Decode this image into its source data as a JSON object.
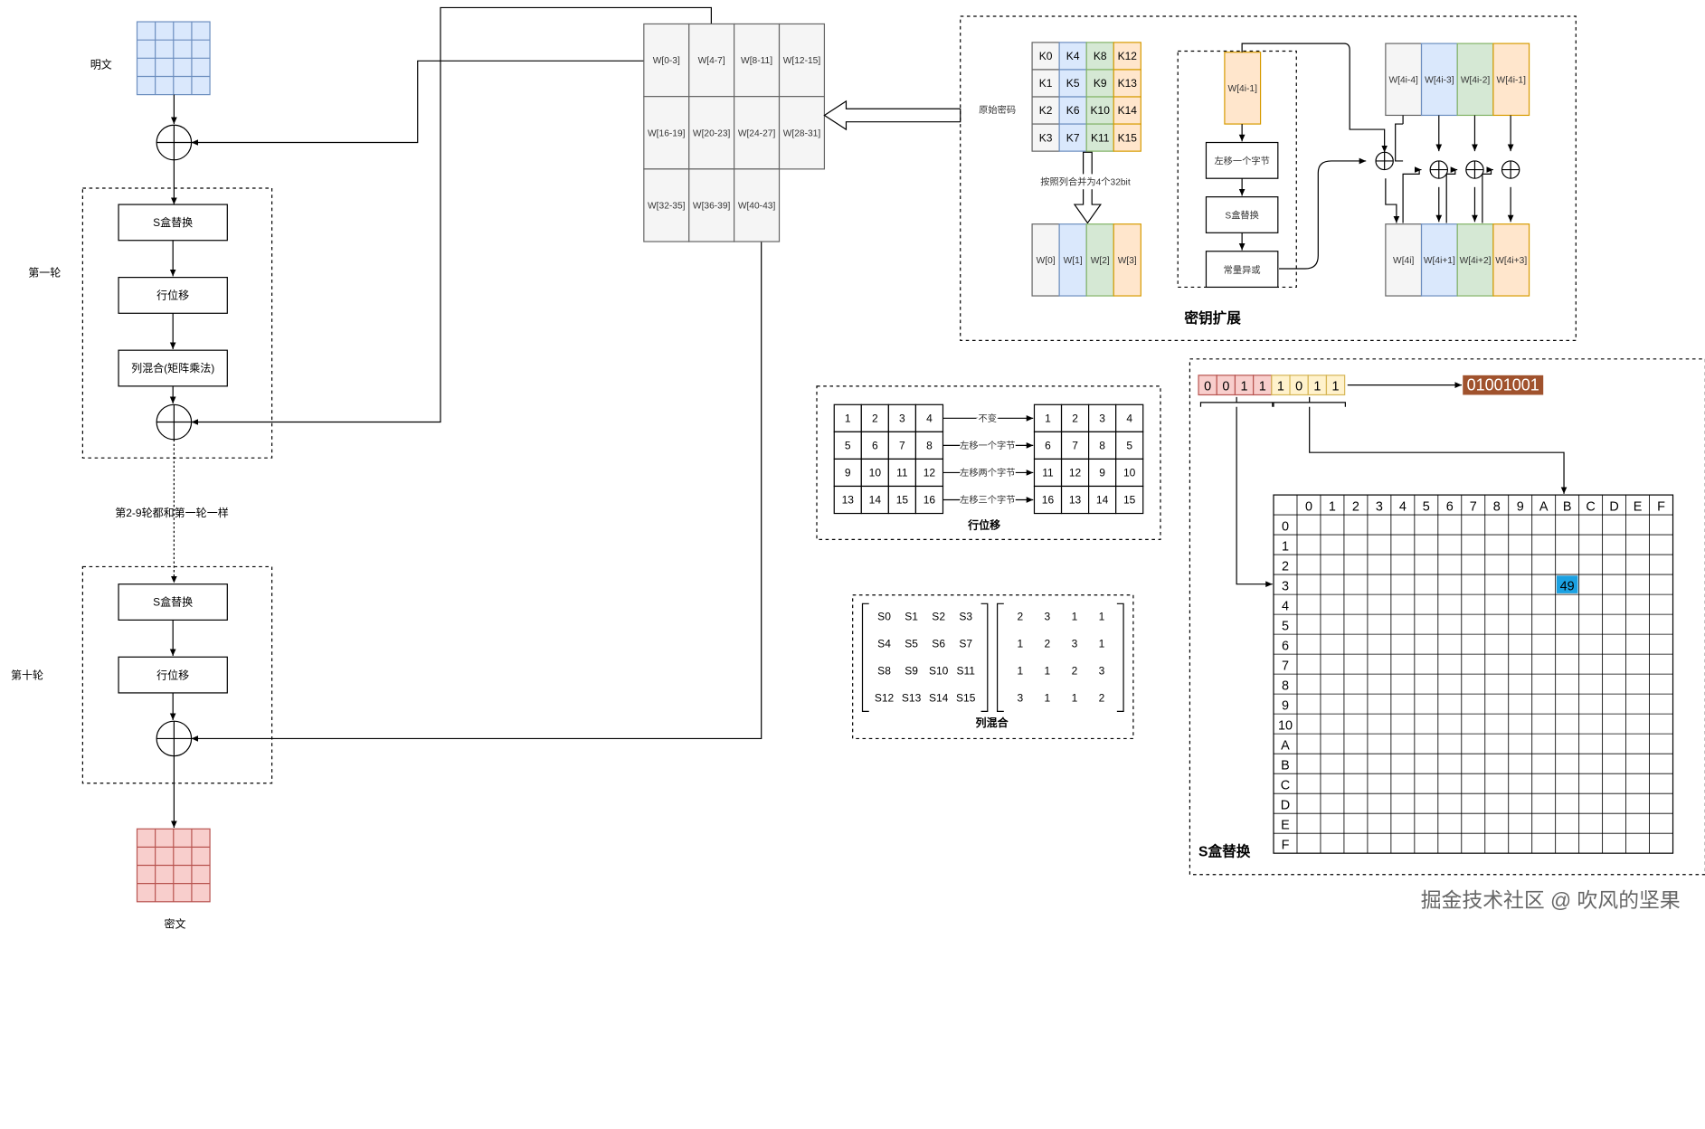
{
  "flow": {
    "plaintext": "明文",
    "ciphertext": "密文",
    "round1_label": "第一轮",
    "round10_label": "第十轮",
    "mid_note": "第2-9轮都和第一轮一样",
    "s_box": "S盒替换",
    "shift_rows": "行位移",
    "mix_columns": "列混合(矩阵乘法)"
  },
  "round_keys": {
    "cells": [
      "W[0-3]",
      "W[4-7]",
      "W[8-11]",
      "W[12-15]",
      "W[16-19]",
      "W[20-23]",
      "W[24-27]",
      "W[28-31]",
      "W[32-35]",
      "W[36-39]",
      "W[40-43]"
    ]
  },
  "key_expansion": {
    "title": "密钥扩展",
    "original_key_label": "原始密码",
    "key_matrix": [
      [
        "K0",
        "K4",
        "K8",
        "K12"
      ],
      [
        "K1",
        "K5",
        "K9",
        "K13"
      ],
      [
        "K2",
        "K6",
        "K10",
        "K14"
      ],
      [
        "K3",
        "K7",
        "K11",
        "K15"
      ]
    ],
    "merge_label": "按照列合并为4个32bit",
    "w_initial": [
      "W[0]",
      "W[1]",
      "W[2]",
      "W[3]"
    ],
    "w_prev": "W[4i-1]",
    "steps": [
      "左移一个字节",
      "S盒替换",
      "常量异或"
    ],
    "w_top": [
      "W[4i-4]",
      "W[4i-3]",
      "W[4i-2]",
      "W[4i-1]"
    ],
    "w_bottom": [
      "W[4i]",
      "W[4i+1]",
      "W[4i+2]",
      "W[4i+3]"
    ],
    "colors": [
      "#f5f5f5",
      "#dae8fc",
      "#d5e8d4",
      "#ffe6cc"
    ]
  },
  "shift_rows": {
    "title": "行位移",
    "left": [
      [
        "1",
        "2",
        "3",
        "4"
      ],
      [
        "5",
        "6",
        "7",
        "8"
      ],
      [
        "9",
        "10",
        "11",
        "12"
      ],
      [
        "13",
        "14",
        "15",
        "16"
      ]
    ],
    "ops": [
      "不变",
      "左移一个字节",
      "左移两个字节",
      "左移三个字节"
    ],
    "right": [
      [
        "1",
        "2",
        "3",
        "4"
      ],
      [
        "6",
        "7",
        "8",
        "5"
      ],
      [
        "11",
        "12",
        "9",
        "10"
      ],
      [
        "16",
        "13",
        "14",
        "15"
      ]
    ]
  },
  "mix_columns": {
    "title": "列混合",
    "state": [
      [
        "S0",
        "S1",
        "S2",
        "S3"
      ],
      [
        "S4",
        "S5",
        "S6",
        "S7"
      ],
      [
        "S8",
        "S9",
        "S10",
        "S11"
      ],
      [
        "S12",
        "S13",
        "S14",
        "S15"
      ]
    ],
    "matrix": [
      [
        "2",
        "3",
        "1",
        "1"
      ],
      [
        "1",
        "2",
        "3",
        "1"
      ],
      [
        "1",
        "1",
        "2",
        "3"
      ],
      [
        "3",
        "1",
        "1",
        "2"
      ]
    ]
  },
  "sbox": {
    "title": "S盒替换",
    "input_bits_high": [
      "0",
      "0",
      "1",
      "1"
    ],
    "input_bits_low": [
      "1",
      "0",
      "1",
      "1"
    ],
    "output": "01001001",
    "col_headers": [
      "0",
      "1",
      "2",
      "3",
      "4",
      "5",
      "6",
      "7",
      "8",
      "9",
      "A",
      "B",
      "C",
      "D",
      "E",
      "F"
    ],
    "row_headers": [
      "0",
      "1",
      "2",
      "3",
      "4",
      "5",
      "6",
      "7",
      "8",
      "9",
      "10",
      "A",
      "B",
      "C",
      "D",
      "E",
      "F"
    ],
    "highlight_value": "49",
    "highlight_color": "#1ba1e2",
    "output_color": "#a0522d"
  },
  "watermark": "掘金技术社区 @ 吹风的坚果"
}
